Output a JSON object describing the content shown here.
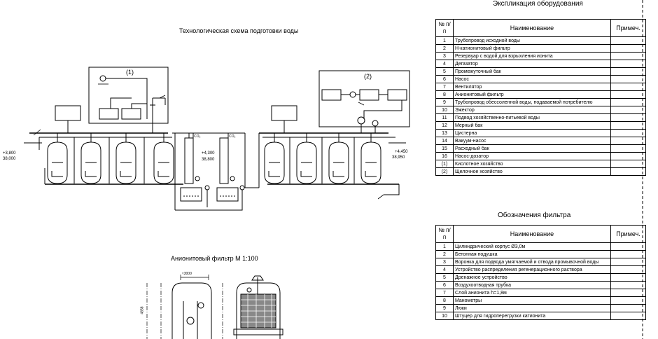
{
  "drawing": {
    "scheme_title": "Технологическая схема подготовки воды",
    "filter_drawing_title": "Анионитовый фильтр М 1:100",
    "callout_1": "1",
    "callout_2": "2"
  },
  "scheme_labels": {
    "group_1": "(1)",
    "group_2": "(2)",
    "elev_left": "+3,800",
    "elev_left_2": "38,000",
    "elev_mid": "+4,300",
    "elev_mid_2": "38,800",
    "elev_right": "+4,450",
    "elev_right_2": "38,950",
    "co2_1": "CO₂",
    "co2_2": "CO₂",
    "dim_width": "≈3000",
    "dim_height": "4658"
  },
  "equipment": {
    "title": "Экспликация оборудования",
    "col_num": "№ п/п",
    "col_name": "Наименование",
    "col_note": "Примеч.",
    "rows": [
      {
        "n": "1",
        "name": "Трубопровод исходной воды"
      },
      {
        "n": "2",
        "name": "Н-катионитовый фильтр"
      },
      {
        "n": "3",
        "name": "Резервуар с водой для взрыхления ионита"
      },
      {
        "n": "4",
        "name": "Дегазатор"
      },
      {
        "n": "5",
        "name": "Промежуточный бак"
      },
      {
        "n": "6",
        "name": "Насос"
      },
      {
        "n": "7",
        "name": "Вентилятор"
      },
      {
        "n": "8",
        "name": "Анионитовый фильтр"
      },
      {
        "n": "9",
        "name": "Трубопровод обессоленной воды, подаваемой потребителю"
      },
      {
        "n": "10",
        "name": "Эжектор"
      },
      {
        "n": "11",
        "name": "Подвод хозяйственно-питьевой воды"
      },
      {
        "n": "12",
        "name": "Мерный бак"
      },
      {
        "n": "13",
        "name": "Цистерна"
      },
      {
        "n": "14",
        "name": "Вакуум-насос"
      },
      {
        "n": "15",
        "name": "Расходный бак"
      },
      {
        "n": "16",
        "name": "Насос-дозатор"
      },
      {
        "n": "(1)",
        "name": "Кислотное хозяйство"
      },
      {
        "n": "(2)",
        "name": "Щелочное хозяйство"
      }
    ]
  },
  "filter_legend": {
    "title": "Обозначения фильтра",
    "col_num": "№ п/п",
    "col_name": "Наименование",
    "col_note": "Примеч.",
    "rows": [
      {
        "n": "1",
        "name": "Цилиндрический корпус Ø3,0м"
      },
      {
        "n": "2",
        "name": "Бетонная подушка"
      },
      {
        "n": "3",
        "name": "Воронка для подвода умягчаемой и отвода промывочной воды"
      },
      {
        "n": "4",
        "name": "Устройство распределения регенерационного раствора"
      },
      {
        "n": "5",
        "name": "Дренажное устройство"
      },
      {
        "n": "6",
        "name": "Воздухоотводная трубка"
      },
      {
        "n": "7",
        "name": "Слой анионита h=1,8м"
      },
      {
        "n": "8",
        "name": "Манометры"
      },
      {
        "n": "9",
        "name": "Люки"
      },
      {
        "n": "10",
        "name": "Штуцер для гидроперегрузки катионита"
      }
    ]
  }
}
